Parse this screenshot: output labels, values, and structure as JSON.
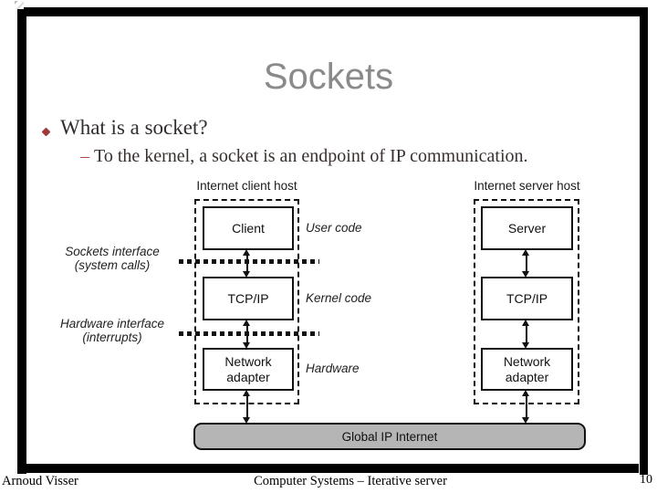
{
  "slide": {
    "title": "Sockets",
    "bullet": "What is a socket?",
    "sub_bullet_dash": "–",
    "sub_bullet_text": "To the kernel, a socket is an endpoint of IP communication."
  },
  "diagram": {
    "client_host_label": "Internet client host",
    "server_host_label": "Internet server host",
    "boxes": {
      "client": "Client",
      "server": "Server",
      "tcpip_client": "TCP/IP",
      "tcpip_server": "TCP/IP",
      "network_client": "Network adapter",
      "network_server": "Network adapter"
    },
    "layer_labels": {
      "user": "User code",
      "kernel": "Kernel code",
      "hardware": "Hardware"
    },
    "interfaces": {
      "sockets_line1": "Sockets interface",
      "sockets_line2": "(system calls)",
      "hardware_line1": "Hardware interface",
      "hardware_line2": "(interrupts)"
    },
    "global_bar_label": "Global IP Internet"
  },
  "footer": {
    "author": "Arnoud Visser",
    "course": "Computer Systems – Iterative server",
    "page_number": "10"
  },
  "colors": {
    "title_gray": "#8a8a8a",
    "accent_red": "#a23939",
    "frame_black": "#000000",
    "global_bar_fill": "#b5b5b5"
  }
}
